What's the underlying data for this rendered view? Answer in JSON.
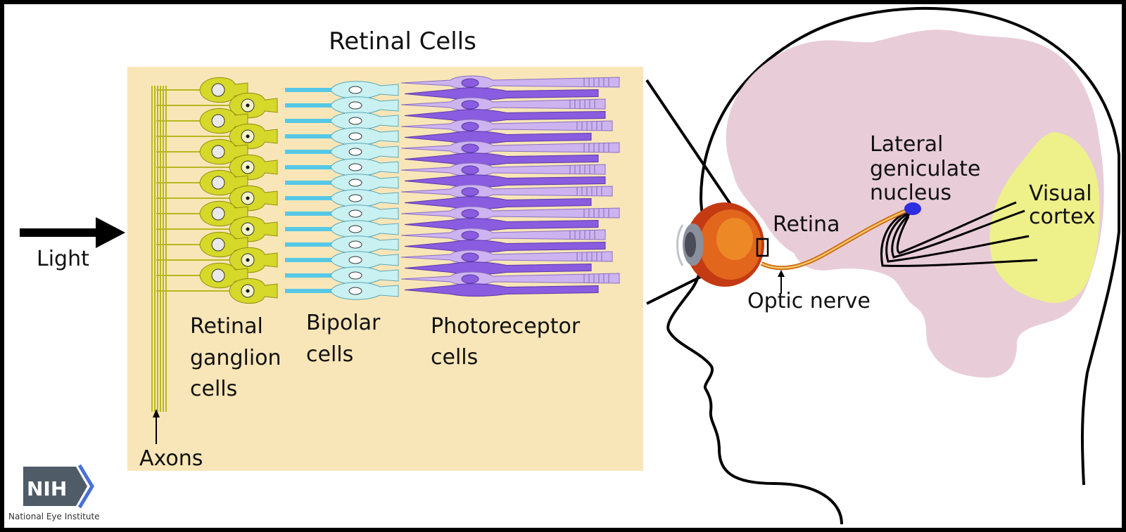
{
  "title": "Retinal Cells",
  "labels": {
    "light": "Light",
    "axons": "Axons",
    "ganglion": [
      "Retinal",
      "ganglion",
      "cells"
    ],
    "bipolar": [
      "Bipolar",
      "cells"
    ],
    "photoreceptor": [
      "Photoreceptor",
      "cells"
    ],
    "retina": "Retina",
    "optic_nerve": "Optic nerve",
    "lgn": [
      "Lateral",
      "geniculate",
      "nucleus"
    ],
    "visual_cortex": [
      "Visual",
      "cortex"
    ]
  },
  "logo": {
    "text": "NIH",
    "caption": "National Eye Institute"
  },
  "colors": {
    "panel": "#f9e6b8",
    "ganglion": "#d6d82a",
    "bipolar_body": "#c9f1f2",
    "bipolar_axon": "#55c8e6",
    "rod": "#cdb4f0",
    "cone": "#8a5ce0",
    "brain": "#e8cdd8",
    "cortex": "#eef08a",
    "lgn": "#2e2de0",
    "nerve": "#f0a030",
    "logo": "#4f5b66"
  }
}
